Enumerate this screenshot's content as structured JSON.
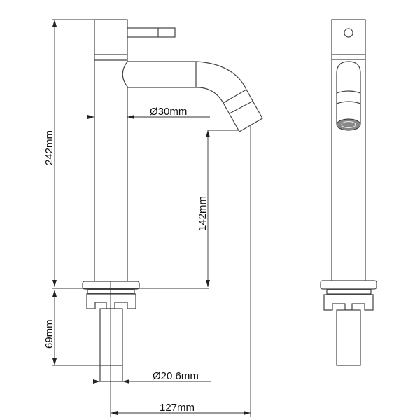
{
  "dimensions": {
    "total_height": "242mm",
    "spout_height": "142mm",
    "shank_length": "69mm",
    "body_diameter": "Ø30mm",
    "shank_diameter": "Ø20.6mm",
    "spout_reach": "127mm"
  },
  "colors": {
    "line": "#444444",
    "background": "#ffffff"
  }
}
